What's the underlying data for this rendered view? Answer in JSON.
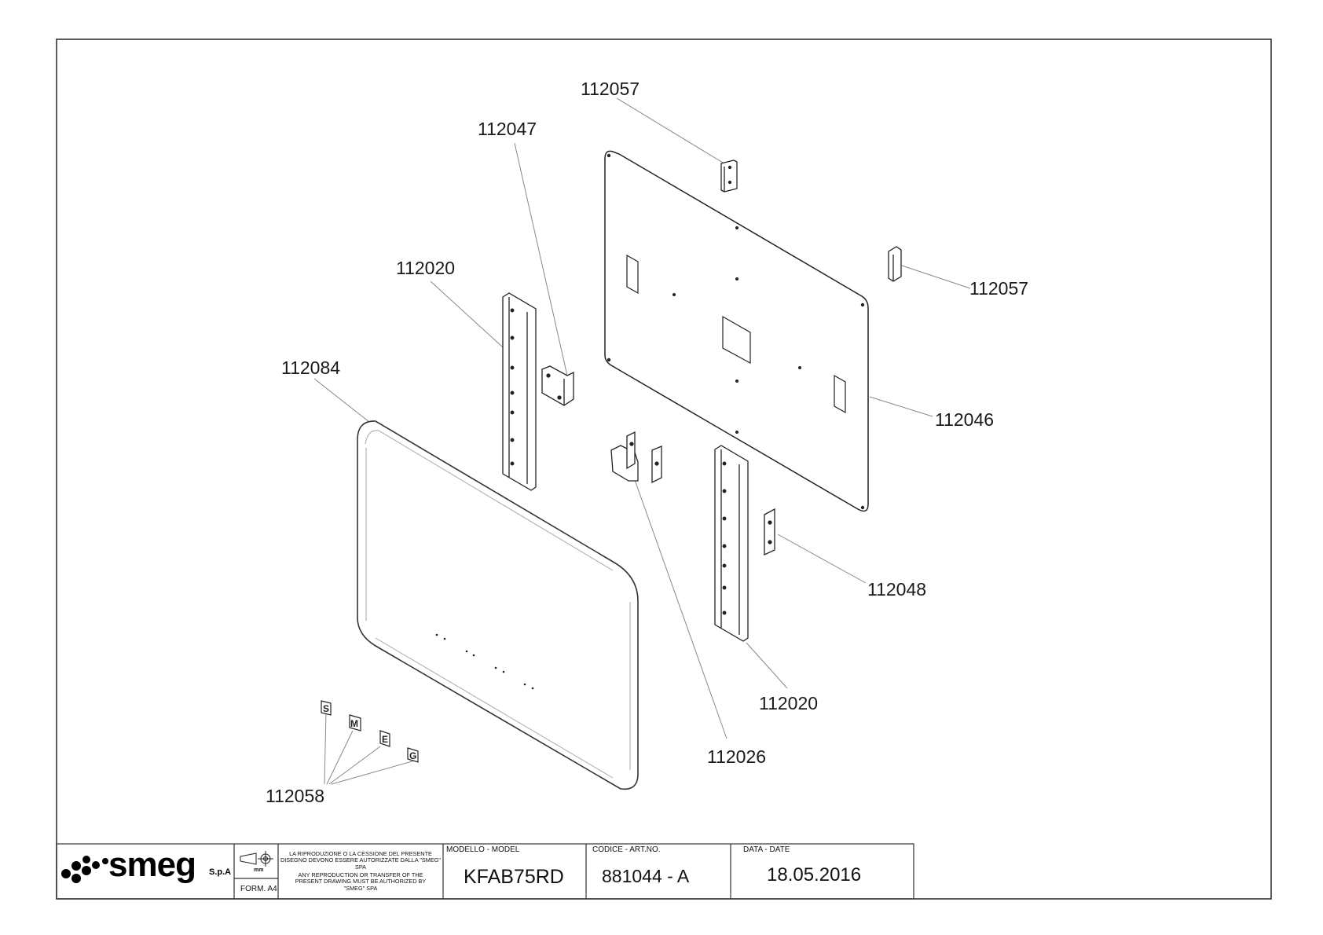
{
  "callouts": [
    {
      "id": "c1",
      "text": "112057"
    },
    {
      "id": "c2",
      "text": "112047"
    },
    {
      "id": "c3",
      "text": "112057"
    },
    {
      "id": "c4",
      "text": "112020"
    },
    {
      "id": "c5",
      "text": "112084"
    },
    {
      "id": "c6",
      "text": "112046"
    },
    {
      "id": "c7",
      "text": "112048"
    },
    {
      "id": "c8",
      "text": "112020"
    },
    {
      "id": "c9",
      "text": "112026"
    },
    {
      "id": "c10",
      "text": "112058"
    }
  ],
  "letters": [
    "S",
    "M",
    "E",
    "G"
  ],
  "title_block": {
    "brand": "smeg",
    "brand_suffix": "S.p.A",
    "unit": "mm",
    "format": "FORM. A4",
    "notice_it": "LA RIPRODUZIONE O LA CESSIONE DEL PRESENTE DISEGNO DEVONO ESSERE AUTORIZZATE DALLA \"SMEG\" SPA",
    "notice_en": "ANY REPRODUCTION OR TRANSFER OF THE PRESENT DRAWING MUST BE AUTHORIZED BY \"SMEG\" SPA",
    "model_label": "MODELLO - MODEL",
    "model_value": "KFAB75RD",
    "code_label": "CODICE - ART.NO.",
    "code_value": "881044 - A",
    "date_label": "DATA - DATE",
    "date_value": "18.05.2016"
  }
}
